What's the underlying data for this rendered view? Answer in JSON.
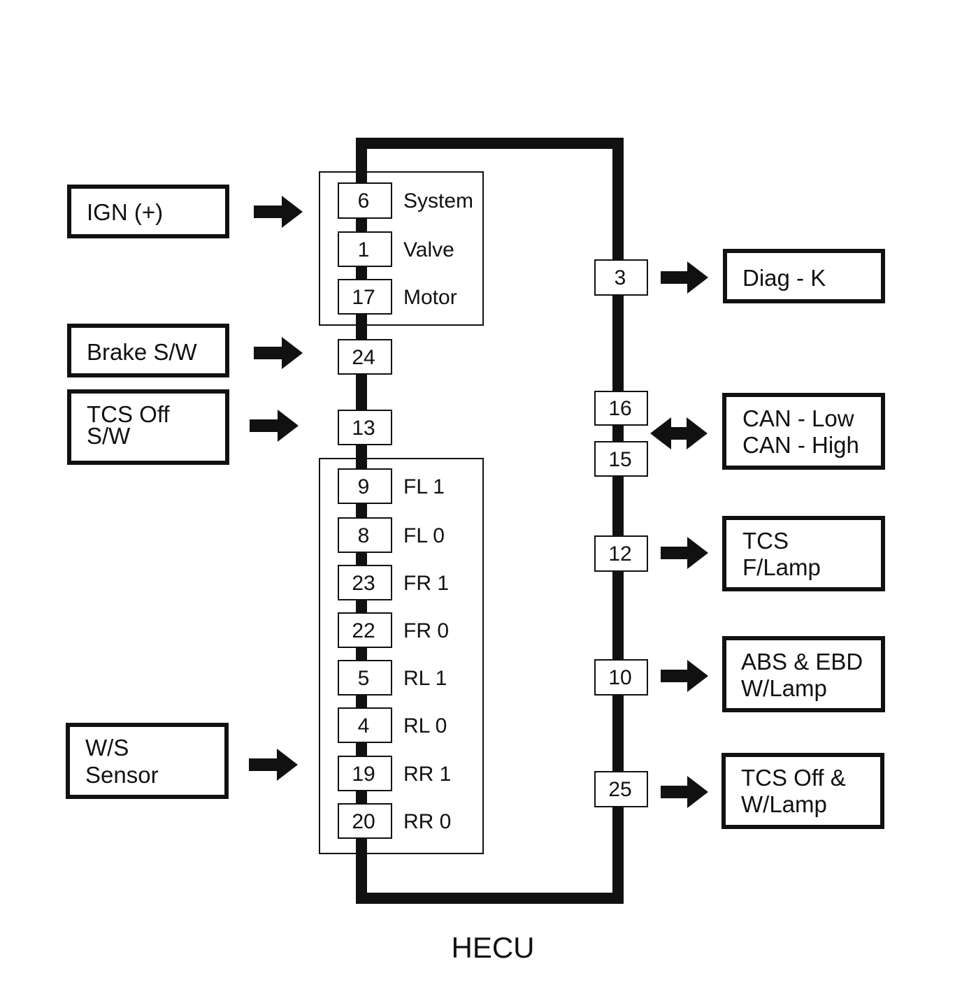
{
  "title": "HECU",
  "left_inputs": [
    {
      "lines": [
        "IGN (+)"
      ]
    },
    {
      "lines": [
        "Brake S/W"
      ]
    },
    {
      "lines": [
        "TCS Off",
        "S/W"
      ]
    },
    {
      "lines": [
        "W/S",
        "Sensor"
      ]
    }
  ],
  "left_pins_group1": [
    {
      "pin": "6",
      "label": "System"
    },
    {
      "pin": "1",
      "label": "Valve"
    },
    {
      "pin": "17",
      "label": "Motor"
    }
  ],
  "left_pins_single": [
    {
      "pin": "24"
    },
    {
      "pin": "13"
    }
  ],
  "left_pins_group2": [
    {
      "pin": "9",
      "label": "FL 1"
    },
    {
      "pin": "8",
      "label": "FL 0"
    },
    {
      "pin": "23",
      "label": "FR 1"
    },
    {
      "pin": "22",
      "label": "FR 0"
    },
    {
      "pin": "5",
      "label": "RL 1"
    },
    {
      "pin": "4",
      "label": "RL 0"
    },
    {
      "pin": "19",
      "label": "RR 1"
    },
    {
      "pin": "20",
      "label": "RR 0"
    }
  ],
  "right_pins": [
    "3",
    "16",
    "15",
    "12",
    "10",
    "25"
  ],
  "right_outputs": [
    {
      "lines": [
        "Diag - K"
      ]
    },
    {
      "lines": [
        "CAN - Low",
        "CAN - High"
      ]
    },
    {
      "lines": [
        "TCS",
        "F/Lamp"
      ]
    },
    {
      "lines": [
        "ABS & EBD",
        "W/Lamp"
      ]
    },
    {
      "lines": [
        "TCS Off &",
        "W/Lamp"
      ]
    }
  ]
}
